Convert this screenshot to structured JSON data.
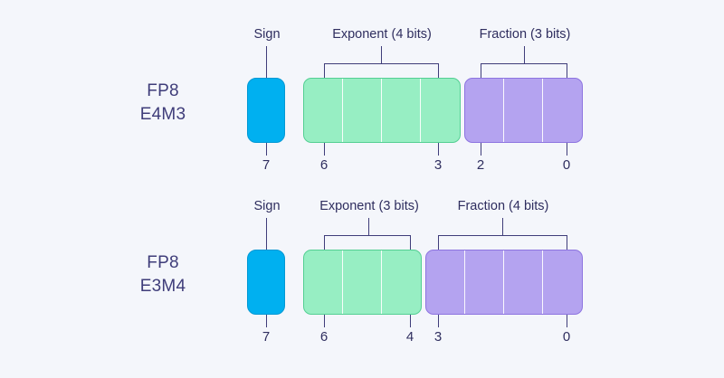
{
  "diagram": {
    "title_hidden": "",
    "background_color": "#f4f6fb",
    "colors": {
      "sign": "#00b0f0",
      "exponent": "#97eec3",
      "fraction": "#b4a3f0",
      "text": "#2f2e5f",
      "line": "#3f3d7a"
    },
    "rows": [
      {
        "name": "fp8-e4m3",
        "label_line1": "FP8",
        "label_line2": "E4M3",
        "groups": [
          {
            "name": "sign",
            "caption": "Sign",
            "bits": 1,
            "left_index": "7",
            "right_index": "7",
            "single_index": true
          },
          {
            "name": "exponent",
            "caption": "Exponent (4 bits)",
            "bits": 4,
            "left_index": "6",
            "right_index": "3",
            "single_index": false
          },
          {
            "name": "fraction",
            "caption": "Fraction (3 bits)",
            "bits": 3,
            "left_index": "2",
            "right_index": "0",
            "single_index": false
          }
        ]
      },
      {
        "name": "fp8-e3m4",
        "label_line1": "FP8",
        "label_line2": "E3M4",
        "groups": [
          {
            "name": "sign",
            "caption": "Sign",
            "bits": 1,
            "left_index": "7",
            "right_index": "7",
            "single_index": true
          },
          {
            "name": "exponent",
            "caption": "Exponent (3 bits)",
            "bits": 3,
            "left_index": "6",
            "right_index": "4",
            "single_index": false
          },
          {
            "name": "fraction",
            "caption": "Fraction (4 bits)",
            "bits": 4,
            "left_index": "3",
            "right_index": "0",
            "single_index": false
          }
        ]
      }
    ]
  }
}
